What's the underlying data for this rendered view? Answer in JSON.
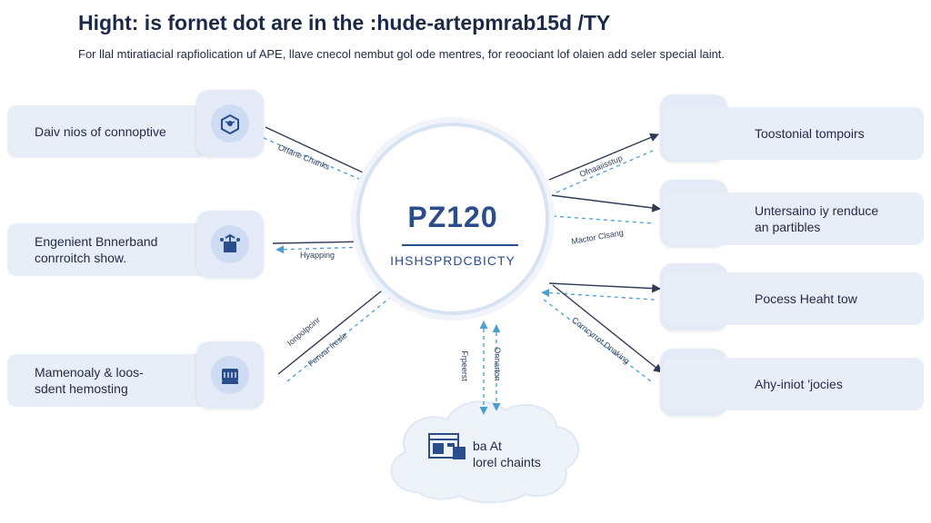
{
  "header": {
    "title": "Hight: is fornet dot are in the :hude-artepmrab15d /TY",
    "subtitle": "For llal mtiratiacial rapfiolication uf APE, llave cnecol nembut gol ode mentres, for reoociant lof olaien add seler special laint."
  },
  "hub": {
    "title": "PZ120",
    "subtitle": "IHSHSPRDCBICTY"
  },
  "left_nodes": [
    {
      "label_lines": [
        "Daiv nios of connoptive"
      ],
      "icon": "network-box-icon"
    },
    {
      "label_lines": [
        "Engenient Bnnerband",
        "conrroitch show."
      ],
      "icon": "pipeline-box-icon"
    },
    {
      "label_lines": [
        "Mamenoaly & loos-",
        "sdent hemosting"
      ],
      "icon": "server-icon"
    }
  ],
  "right_nodes": [
    {
      "label_lines": [
        "Toostonial tompoirs"
      ],
      "icon": "lock-icon"
    },
    {
      "label_lines": [
        "Untersaino iy renduce",
        "an partibles"
      ],
      "icon": "tool-icon"
    },
    {
      "label_lines": [
        "Pocess Heaht tow"
      ],
      "icon": "document-icon"
    },
    {
      "label_lines": [
        "Ahy-iniot 'jocies"
      ],
      "icon": "wrench-icon"
    }
  ],
  "bottom_node": {
    "label_lines": [
      "ba At",
      "lorel chaints"
    ],
    "icon": "browser-window-icon"
  },
  "edge_labels": {
    "left_top": "Orfane Chanks",
    "left_mid": "Hyapping",
    "left_bottom_a": "Ionpolpcinr",
    "left_bottom_b": "Fenvar fresle",
    "right_top": "Ofnaaiisstup",
    "right_mid": "Mactor Clsang",
    "right_bottom": "Corncyrrot Dnaking",
    "vertical_a": "Frpeerst",
    "vertical_b": "Onnarton"
  },
  "colors": {
    "card_bg": "#e8eef7",
    "accent": "#2b4d8c",
    "arrow": "#2f3b55",
    "dashed": "#4a9fd0"
  }
}
